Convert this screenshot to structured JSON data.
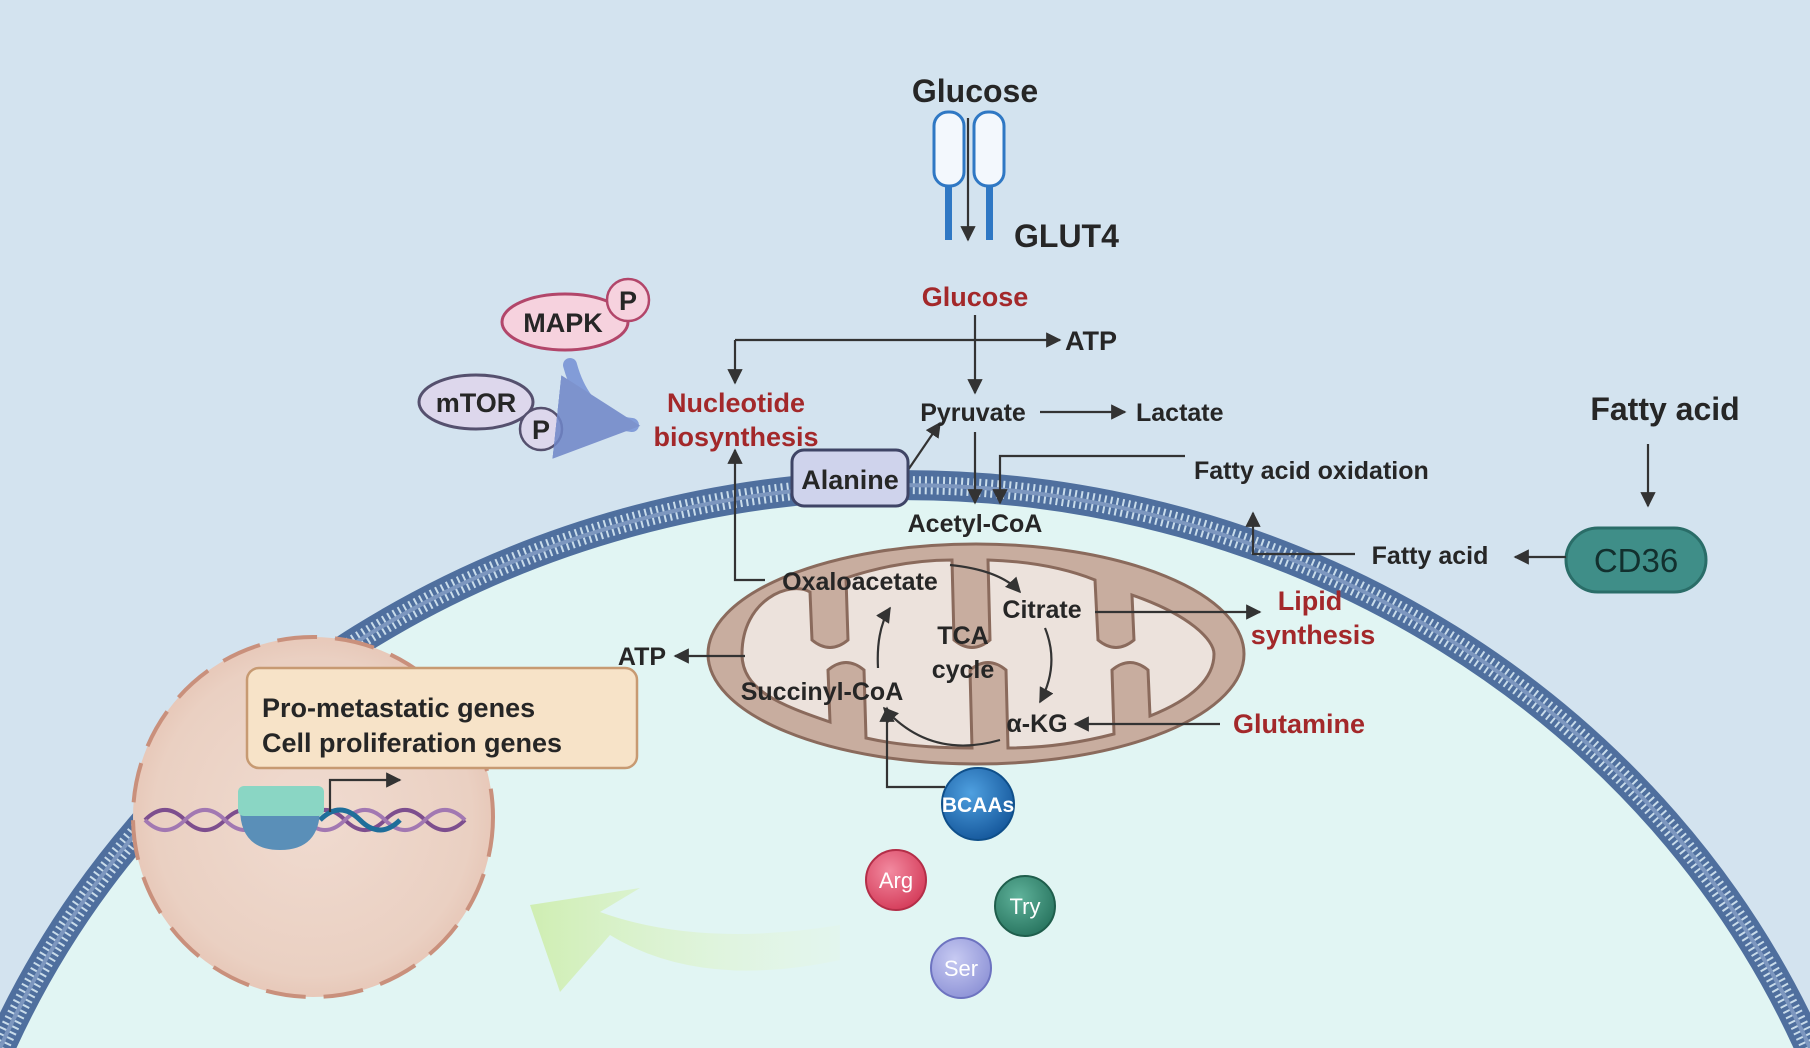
{
  "colors": {
    "background": "#d3e3ef",
    "cytoplasm": "#e1f5f3",
    "membrane": "#4f6f9e",
    "highlight_red": "#a3282a",
    "text": "#262626",
    "mito_outer": "#c8ad9f",
    "mito_inner": "#ece2dc",
    "nucleus": "#ecd4c8",
    "cd36": "#3f8e88",
    "alanine_box": "#cfd3ec",
    "genes_box": "#f7e3c8",
    "mapk": "#f6d2de",
    "mtor": "#ddd7ec",
    "bcaa": "#1d6fb3",
    "arg": "#e35570",
    "try": "#3a8a74",
    "ser": "#a3a8e0"
  },
  "extracellular": {
    "glucose": "Glucose",
    "glut4": "GLUT4",
    "fatty_acid": "Fatty acid",
    "cd36": "CD36"
  },
  "signaling": {
    "mapk": "MAPK",
    "mtor": "mTOR",
    "phospho": "P"
  },
  "metabolites": {
    "glucose": "Glucose",
    "atp_top": "ATP",
    "nucleotide_line1": "Nucleotide",
    "nucleotide_line2": "biosynthesis",
    "pyruvate": "Pyruvate",
    "lactate": "Lactate",
    "alanine": "Alanine",
    "fatty_acid_oxidation": "Fatty acid oxidation",
    "acetyl_coa": "Acetyl-CoA",
    "fatty_acid": "Fatty acid",
    "oxaloacetate": "Oxaloacetate",
    "citrate": "Citrate",
    "lipid_line1": "Lipid",
    "lipid_line2": "synthesis",
    "tca_line1": "TCA",
    "tca_line2": "cycle",
    "atp_mid": "ATP",
    "succinyl_coa": "Succinyl-CoA",
    "akg": "α-KG",
    "glutamine": "Glutamine"
  },
  "amino_acids": {
    "bcaas": "BCAAs",
    "arg": "Arg",
    "try": "Try",
    "ser": "Ser"
  },
  "nucleus": {
    "genes_line1": "Pro-metastatic genes",
    "genes_line2": "Cell proliferation genes"
  }
}
